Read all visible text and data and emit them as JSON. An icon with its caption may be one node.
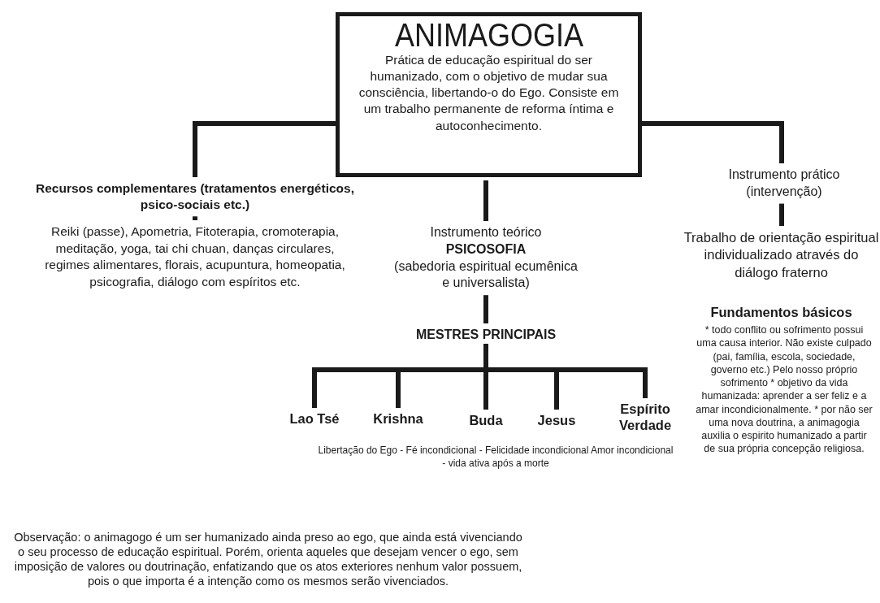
{
  "diagram": {
    "nodes": [
      {
        "text": [
          "ANIMAGOGIA",
          "Prática de educação espiritual do ser humanizado, com o objetivo de mudar sua consciência, libertando-o do Ego. Consiste em um trabalho permanente de reforma íntima e autoconhecimento."
        ]
      },
      {
        "text": [
          "Recursos complementares (tratamentos energéticos, psico-sociais etc.)"
        ]
      },
      {
        "text": [
          "Reiki (passe), Apometria, Fitoterapia, cromoterapia, meditação, yoga, tai chi chuan, danças circulares, regimes alimentares, florais, acupuntura, homeopatia, psicografia, diálogo com espíritos etc."
        ]
      },
      {
        "text": [
          "Instrumento teórico",
          "PSICOSOFIA",
          "(sabedoria espiritual ecumênica e universalista)"
        ]
      },
      {
        "text": [
          "MESTRES PRINCIPAIS"
        ]
      },
      {
        "text": [
          "Lao Tsé"
        ]
      },
      {
        "text": [
          "Krishna"
        ]
      },
      {
        "text": [
          "Buda"
        ]
      },
      {
        "text": [
          "Jesus"
        ]
      },
      {
        "text": [
          "Espírito Verdade"
        ]
      },
      {
        "text": [
          "Instrumento prático (intervenção)"
        ]
      },
      {
        "text": [
          "Trabalho de orientação espiritual individualizado através do diálogo fraterno"
        ]
      }
    ],
    "edges": [
      {
        "from": 0,
        "to": 1,
        "arrow": "none"
      },
      {
        "from": 1,
        "to": 2,
        "arrow": "none"
      },
      {
        "from": 0,
        "to": 3,
        "arrow": "none"
      },
      {
        "from": 3,
        "to": 4,
        "arrow": "none"
      },
      {
        "from": 4,
        "to": 5,
        "arrow": "none"
      },
      {
        "from": 4,
        "to": 6,
        "arrow": "none"
      },
      {
        "from": 4,
        "to": 7,
        "arrow": "none"
      },
      {
        "from": 4,
        "to": 8,
        "arrow": "none"
      },
      {
        "from": 4,
        "to": 9,
        "arrow": "none"
      },
      {
        "from": 0,
        "to": 10,
        "arrow": "none"
      },
      {
        "from": 10,
        "to": 11,
        "arrow": "none"
      }
    ],
    "labels": [
      "Libertação do Ego - Fé incondicional - Felicidade incondicional Amor incondicional - vida ativa após a morte",
      "Fundamentos básicos",
      "* todo conflito ou sofrimento possui uma causa interior. Não existe culpado (pai, família, escola, sociedade, governo etc.) Pelo nosso próprio sofrimento * objetivo da vida humanizada: aprender a ser feliz e a amar incondicionalmente. * por não ser uma nova doutrina, a animagogia auxilia o espirito humanizado a partir de sua própria concepção religiosa.",
      "Observação: o animagogo é um ser humanizado ainda preso ao ego, que ainda está vivenciando o seu processo de educação espiritual. Porém, orienta aqueles que desejam vencer o ego, sem imposição de valores ou doutrinação, enfatizando que os atos exteriores nenhum valor possuem, pois o que importa é a intenção como os mesmos serão vivenciados."
    ]
  }
}
